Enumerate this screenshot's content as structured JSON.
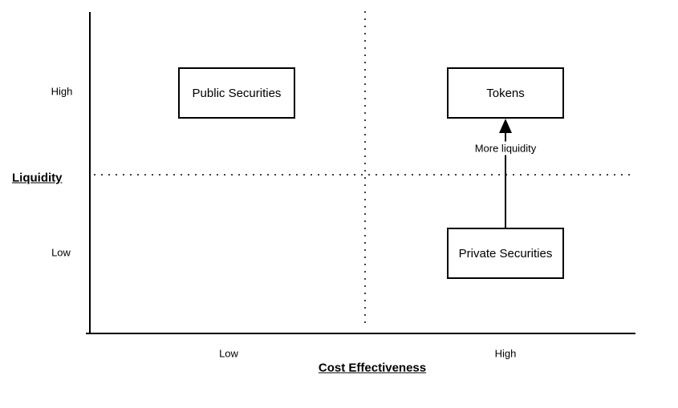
{
  "diagram": {
    "y_axis": {
      "title": "Liquidity",
      "high_label": "High",
      "low_label": "Low"
    },
    "x_axis": {
      "title": "Cost Effectiveness",
      "low_label": "Low",
      "high_label": "High"
    },
    "boxes": [
      {
        "label": "Public Securities",
        "quadrant": "high-liquidity low-cost-effectiveness"
      },
      {
        "label": "Tokens",
        "quadrant": "high-liquidity high-cost-effectiveness"
      },
      {
        "label": "Private Securities",
        "quadrant": "low-liquidity high-cost-effectiveness"
      }
    ],
    "arrow": {
      "label": "More liquidity",
      "from": "Private Securities",
      "to": "Tokens",
      "direction": "up"
    },
    "colors": {
      "background": "#ffffff",
      "line": "#000000",
      "dot": "#404040",
      "box_border": "#000000",
      "box_fill": "#ffffff",
      "text": "#000000"
    }
  }
}
